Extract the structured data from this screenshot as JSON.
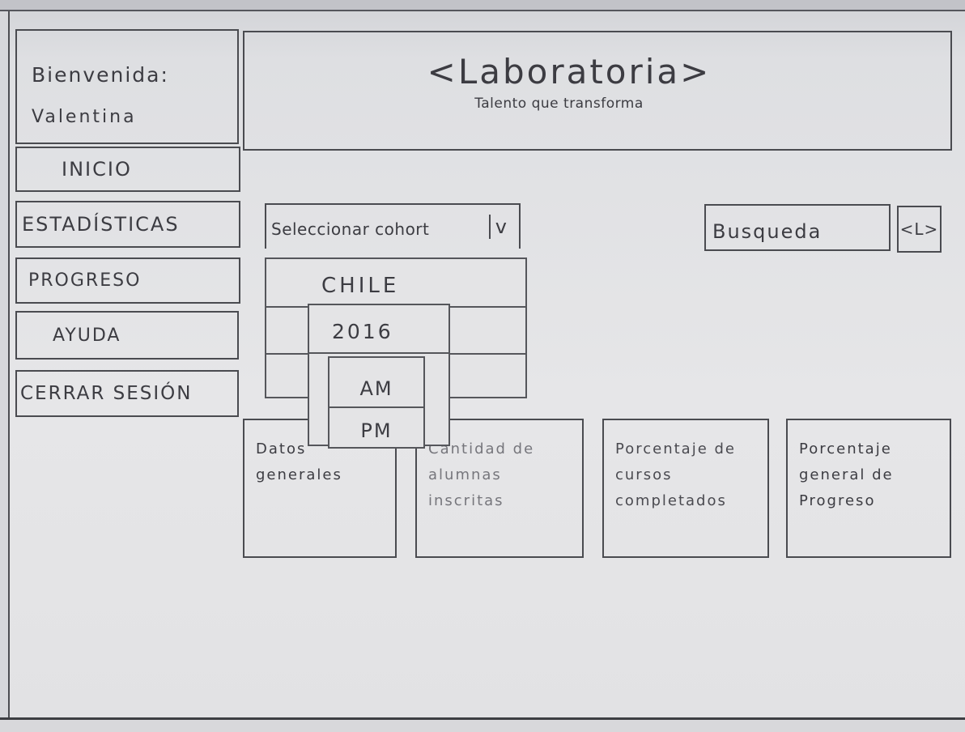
{
  "user": {
    "greeting": "Bienvenida:",
    "name": "Valentina"
  },
  "sidebar": {
    "items": [
      {
        "label": "INICIO"
      },
      {
        "label": "ESTADÍSTICAS"
      },
      {
        "label": "PROGRESO"
      },
      {
        "label": "AYUDA"
      },
      {
        "label": "CERRAR SESIÓN"
      }
    ]
  },
  "header": {
    "brand": "<Laboratoria>",
    "tagline": "Talento que transforma"
  },
  "cohort_select": {
    "label": "Seleccionar cohort",
    "caret": "v",
    "options": {
      "country": "CHILE",
      "year": "2016",
      "shifts": [
        "AM",
        "PM"
      ]
    }
  },
  "search": {
    "placeholder": "Busqueda",
    "button": "<L>"
  },
  "cards": [
    {
      "label": "Datos generales"
    },
    {
      "label": "Cantidad de alumnas inscritas"
    },
    {
      "label": "Porcentaje de cursos completados"
    },
    {
      "label": "Porcentaje general de Progreso"
    }
  ],
  "colors": {
    "paper": "#e4e4e6",
    "ink": "#3c3c42"
  }
}
